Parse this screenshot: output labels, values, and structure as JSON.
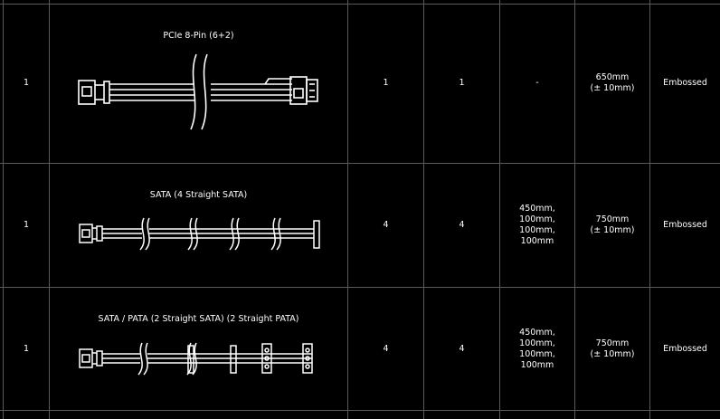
{
  "rows": [
    {
      "qty": "1",
      "connector_title": "PCIe 8-Pin (6+2)",
      "col3": "1",
      "col4": "1",
      "spacing": "-",
      "length": "650mm\n(± 10mm)",
      "finish": "Embossed"
    },
    {
      "qty": "1",
      "connector_title": "SATA (4 Straight SATA)",
      "col3": "4",
      "col4": "4",
      "spacing": "450mm,\n100mm,\n100mm,\n100mm",
      "length": "750mm\n(± 10mm)",
      "finish": "Embossed"
    },
    {
      "qty": "1",
      "connector_title": "SATA / PATA (2 Straight SATA) (2 Straight PATA)",
      "col3": "4",
      "col4": "4",
      "spacing": "450mm,\n100mm,\n100mm,\n100mm",
      "length": "750mm\n(± 10mm)",
      "finish": "Embossed"
    }
  ],
  "colors": {
    "background": "#000000",
    "grid": "#5a5a5a",
    "text": "#ffffff"
  },
  "icons": [
    "pcie-cable-icon",
    "sata-cable-icon",
    "sata-pata-cable-icon"
  ]
}
